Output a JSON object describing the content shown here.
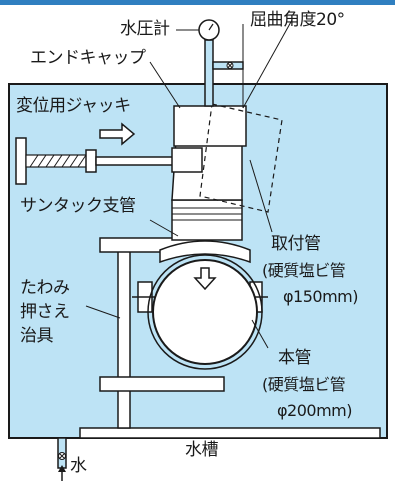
{
  "labels": {
    "pressure_gauge": "水圧計",
    "bend_angle": "屈曲角度20°",
    "end_cap": "エンドキャップ",
    "displacement_jack": "変位用ジャッキ",
    "suntack_branch": "サンタック支管",
    "attachment_pipe": "取付管",
    "attachment_pipe_spec": "(硬質塩ビ管",
    "attachment_pipe_size": "φ150mm)",
    "deflection_jig_line1": "たわみ",
    "deflection_jig_line2": "押さえ",
    "deflection_jig_line3": "治具",
    "main_pipe": "本管",
    "main_pipe_spec": "(硬質塩ビ管",
    "main_pipe_size": "φ200mm)",
    "water_tank": "水槽",
    "water": "水"
  },
  "colors": {
    "water": "#bde3f5",
    "line": "#1a1a1a",
    "metal": "#ffffff",
    "arrow": "#ffffff"
  }
}
